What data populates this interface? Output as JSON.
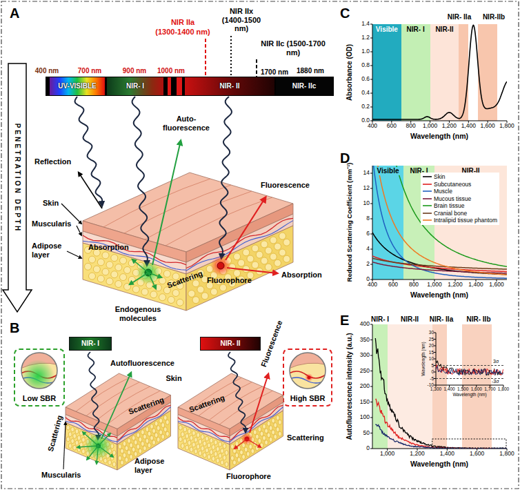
{
  "diagram": {
    "nodes": [
      {
        "text": [
          "UV-VISIBLE"
        ]
      },
      {
        "text": [
          "NIR- I"
        ]
      },
      {
        "text": [
          "NIR- II"
        ]
      },
      {
        "text": [
          "NIR- IIc"
        ]
      },
      {
        "text": [
          "NIR- I"
        ]
      },
      {
        "text": [
          "NIR- II"
        ]
      },
      {
        "text": [
          "Low SBR"
        ]
      },
      {
        "text": [
          "High SBR"
        ]
      },
      {
        "text": [
          "Visible"
        ]
      },
      {
        "text": [
          "NIR- I"
        ]
      },
      {
        "text": [
          "NIR-II"
        ]
      },
      {
        "text": [
          "NIR- IIa"
        ]
      },
      {
        "text": [
          "NIR-IIb"
        ]
      },
      {
        "text": [
          "Visible"
        ]
      },
      {
        "text": [
          "NIR- I"
        ]
      },
      {
        "text": [
          "NIR-II"
        ]
      },
      {
        "text": [
          "NIR- I"
        ]
      },
      {
        "text": [
          "NIR-II"
        ]
      },
      {
        "text": [
          "NIR- IIa"
        ]
      },
      {
        "text": [
          "NIR- IIb"
        ]
      }
    ],
    "labels": [
      "A",
      "NIR IIa",
      "(1300-1400 nm)",
      "NIR IIx (1400-1500 nm)",
      "NIR IIc (1500-1700 nm)",
      "400 nm",
      "700 nm",
      "900 nm",
      "1000 nm",
      "1700 nm",
      "1880 nm",
      "PENETRATION DEPTH",
      "Reflection",
      "Auto-fluorescence",
      "Skin",
      "Muscularis",
      "Adipose layer",
      "Absorption",
      "Scattering",
      "Endogenous molecules",
      "Fluorescence",
      "Fluorophore",
      "Absorption",
      "B",
      "Autofluorescence",
      "Skin",
      "Fluorescence",
      "Scattering",
      "Scattering",
      "Muscularis",
      "Adipose layer",
      "Scattering",
      "Fluorophore",
      "Scattering",
      "C",
      "Absorbance (OD)",
      "0.0",
      "0.2",
      "0.4",
      "0.6",
      "0.8",
      "1.0",
      "1.2",
      "1.4",
      "400",
      "600",
      "800",
      "1,000",
      "1,200",
      "1,400",
      "1,600",
      "1,800",
      "Wavelength (nm)",
      "D",
      "Reduced Scattering Coefficient (mm⁻¹)",
      "0",
      "2",
      "4",
      "6",
      "8",
      "10",
      "12",
      "14",
      "400",
      "600",
      "800",
      "1,000",
      "1,200",
      "1,400",
      "1,600",
      "Wavelength (nm)",
      "E",
      "Autofluorescence intensity (a.u.)",
      "0",
      "50",
      "100",
      "150",
      "200",
      "250",
      "300",
      "350",
      "400",
      "1,000",
      "1,200",
      "1,400",
      "1,600",
      "1,800",
      "Wavelength (nm)",
      "30",
      "25",
      "20",
      "15",
      "10",
      "5",
      "0",
      "-5",
      "-10",
      "1,300",
      "1,400",
      "1,500",
      "1,600",
      "1,700",
      "1,800",
      "Wavelength (nm)",
      "Wavelength (nm)",
      "3σ",
      "-3σ"
    ],
    "legend": [
      {
        "text": "Skin"
      },
      {
        "text": "Subcutaneous"
      },
      {
        "text": "Muscle"
      },
      {
        "text": "Mucous tissue"
      },
      {
        "text": "Brain tissue"
      },
      {
        "text": "Cranial bone"
      },
      {
        "text": "Intralipid tissue phantom"
      }
    ]
  }
}
